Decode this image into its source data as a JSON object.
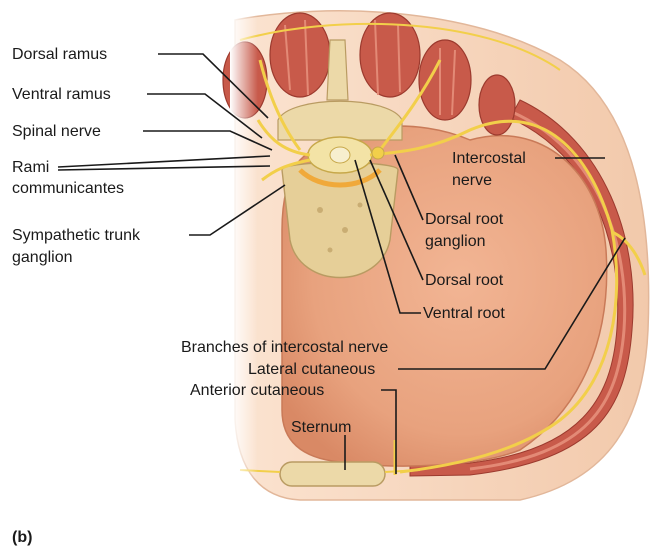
{
  "labels": {
    "dorsal_ramus": "Dorsal ramus",
    "ventral_ramus": "Ventral ramus",
    "spinal_nerve": "Spinal nerve",
    "rami_line1": "Rami",
    "rami_line2": "communicantes",
    "symp_line1": "Sympathetic trunk",
    "symp_line2": "ganglion",
    "intercostal_line1": "Intercostal",
    "intercostal_line2": "nerve",
    "drg_line1": "Dorsal root",
    "drg_line2": "ganglion",
    "dorsal_root": "Dorsal root",
    "ventral_root": "Ventral root",
    "branches_heading": "Branches of intercostal nerve",
    "lateral_cutaneous": "Lateral cutaneous",
    "anterior_cutaneous": "Anterior cutaneous",
    "sternum": "Sternum"
  },
  "panel_letter": "(b)",
  "colors": {
    "body_cavity": "#e8a27e",
    "skin": "#f6d2b8",
    "muscle": "#c85a4a",
    "nerve": "#f2cf4a",
    "bone": "#ecd9a8"
  }
}
